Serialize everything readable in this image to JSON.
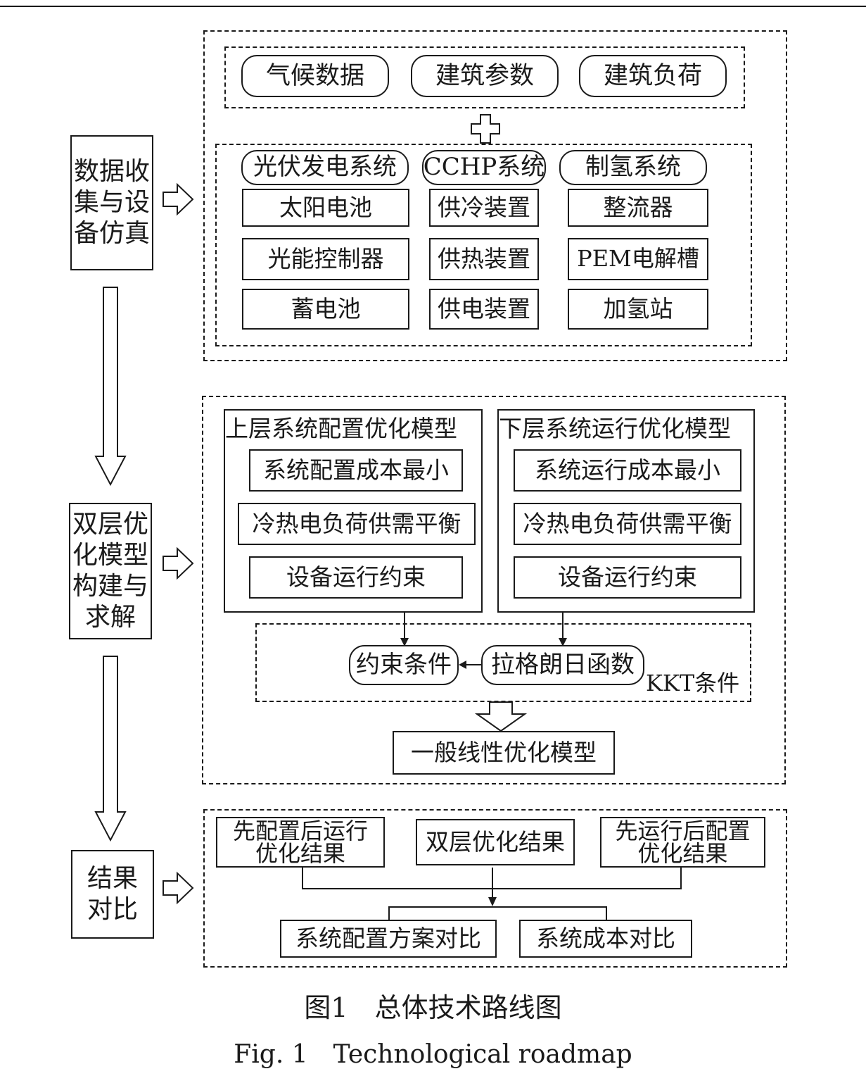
{
  "left_steps": [
    "数据收\n集与设\n备仿真",
    "双层优\n化模型\n构建与\n求解",
    "结果\n对比"
  ],
  "section1": {
    "inputs": [
      "气候数据",
      "建筑参数",
      "建筑负荷"
    ],
    "systems": [
      {
        "title": "光伏发电系统",
        "items": [
          "太阳电池",
          "光能控制器",
          "蓄电池"
        ]
      },
      {
        "title": "CCHP系统",
        "items": [
          "供冷装置",
          "供热装置",
          "供电装置"
        ]
      },
      {
        "title": "制氢系统",
        "items": [
          "整流器",
          "PEM电解槽",
          "加氢站"
        ]
      }
    ]
  },
  "section2": {
    "upper": {
      "title": "上层系统配置优化模型",
      "items": [
        "系统配置成本最小",
        "冷热电负荷供需平衡",
        "设备运行约束"
      ]
    },
    "lower": {
      "title": "下层系统运行优化模型",
      "items": [
        "系统运行成本最小",
        "冷热电负荷供需平衡",
        "设备运行约束"
      ]
    },
    "kkt": {
      "constraint": "约束条件",
      "lagrange": "拉格朗日函数",
      "label": "KKT条件"
    },
    "general_model": "一般线性优化模型"
  },
  "section3": {
    "results": [
      "先配置后运行\n优化结果",
      "双层优化结果",
      "先运行后配置\n优化结果"
    ],
    "comparisons": [
      "系统配置方案对比",
      "系统成本对比"
    ]
  },
  "caption": {
    "cn": "图1　总体技术路线图",
    "en": "Fig. 1　Technological roadmap"
  }
}
